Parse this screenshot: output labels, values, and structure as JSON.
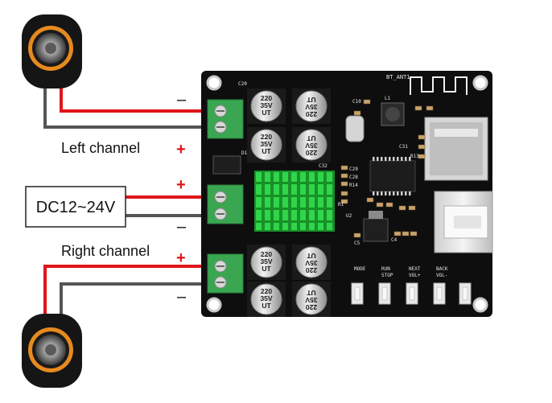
{
  "labels": {
    "left_channel": "Left channel",
    "right_channel": "Right channel",
    "power": "DC12~24V",
    "plus": "+",
    "minus": "–"
  },
  "board": {
    "antenna": "BT_ANT1",
    "cap_value": "220",
    "cap_voltage": "35V",
    "cap_mark": "UT",
    "buttons": [
      "MODE",
      "RUN",
      "NEXT",
      "BACK",
      "VOL-"
    ],
    "silk": [
      "C20",
      "C10",
      "L1",
      "C29",
      "C28",
      "U2",
      "R14",
      "C31",
      "R13",
      "C4",
      "C5",
      "D1",
      "C32",
      "R1",
      "STOP",
      "VOL+"
    ]
  },
  "colors": {
    "wire_red": "#e0151b",
    "wire_black": "#555555",
    "pcb": "#0e0e0e",
    "terminal": "#3aa651",
    "heatsink": "#23c43a",
    "speaker_ring": "#e78a1e"
  },
  "icons": [
    "speaker-icon",
    "screw-terminal-icon",
    "capacitor-icon",
    "heatsink-icon",
    "usb-port-icon",
    "sd-slot-icon"
  ]
}
